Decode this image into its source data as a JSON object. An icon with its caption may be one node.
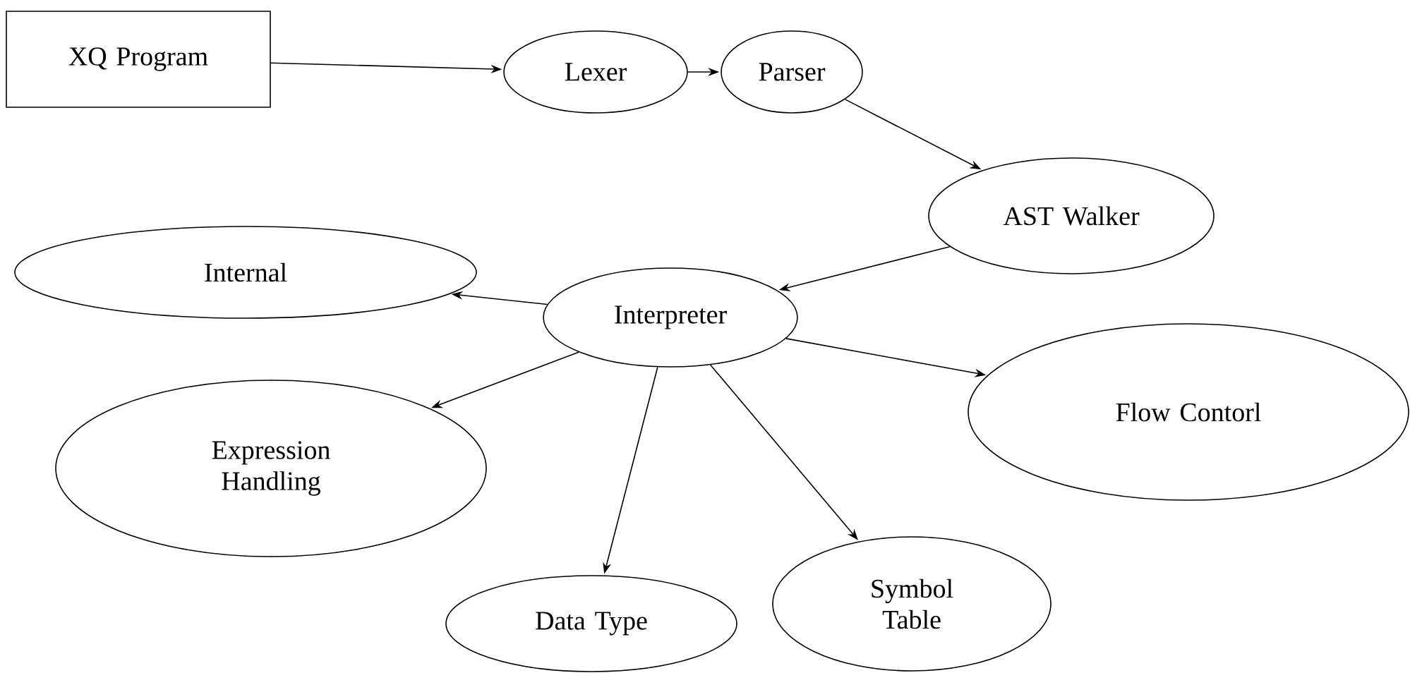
{
  "diagram": {
    "nodes": [
      {
        "text": [
          "XQ Program"
        ]
      },
      {
        "text": [
          "Lexer"
        ]
      },
      {
        "text": [
          "Parser"
        ]
      },
      {
        "text": [
          "AST Walker"
        ]
      },
      {
        "text": [
          "Internal"
        ]
      },
      {
        "text": [
          "Interpreter"
        ]
      },
      {
        "text": [
          "Flow Contorl"
        ]
      },
      {
        "text": [
          "Expression Handling"
        ]
      },
      {
        "text": [
          "Symbol Table"
        ]
      },
      {
        "text": [
          "Data Type"
        ]
      }
    ],
    "edges": [
      {
        "from": 0,
        "to": 1,
        "arrow": "to"
      },
      {
        "from": 1,
        "to": 2,
        "arrow": "to"
      },
      {
        "from": 2,
        "to": 3,
        "arrow": "to"
      },
      {
        "from": 3,
        "to": 5,
        "arrow": "to"
      },
      {
        "from": 5,
        "to": 4,
        "arrow": "to"
      },
      {
        "from": 5,
        "to": 7,
        "arrow": "to"
      },
      {
        "from": 5,
        "to": 9,
        "arrow": "to"
      },
      {
        "from": 5,
        "to": 8,
        "arrow": "to"
      },
      {
        "from": 5,
        "to": 6,
        "arrow": "to"
      }
    ]
  }
}
